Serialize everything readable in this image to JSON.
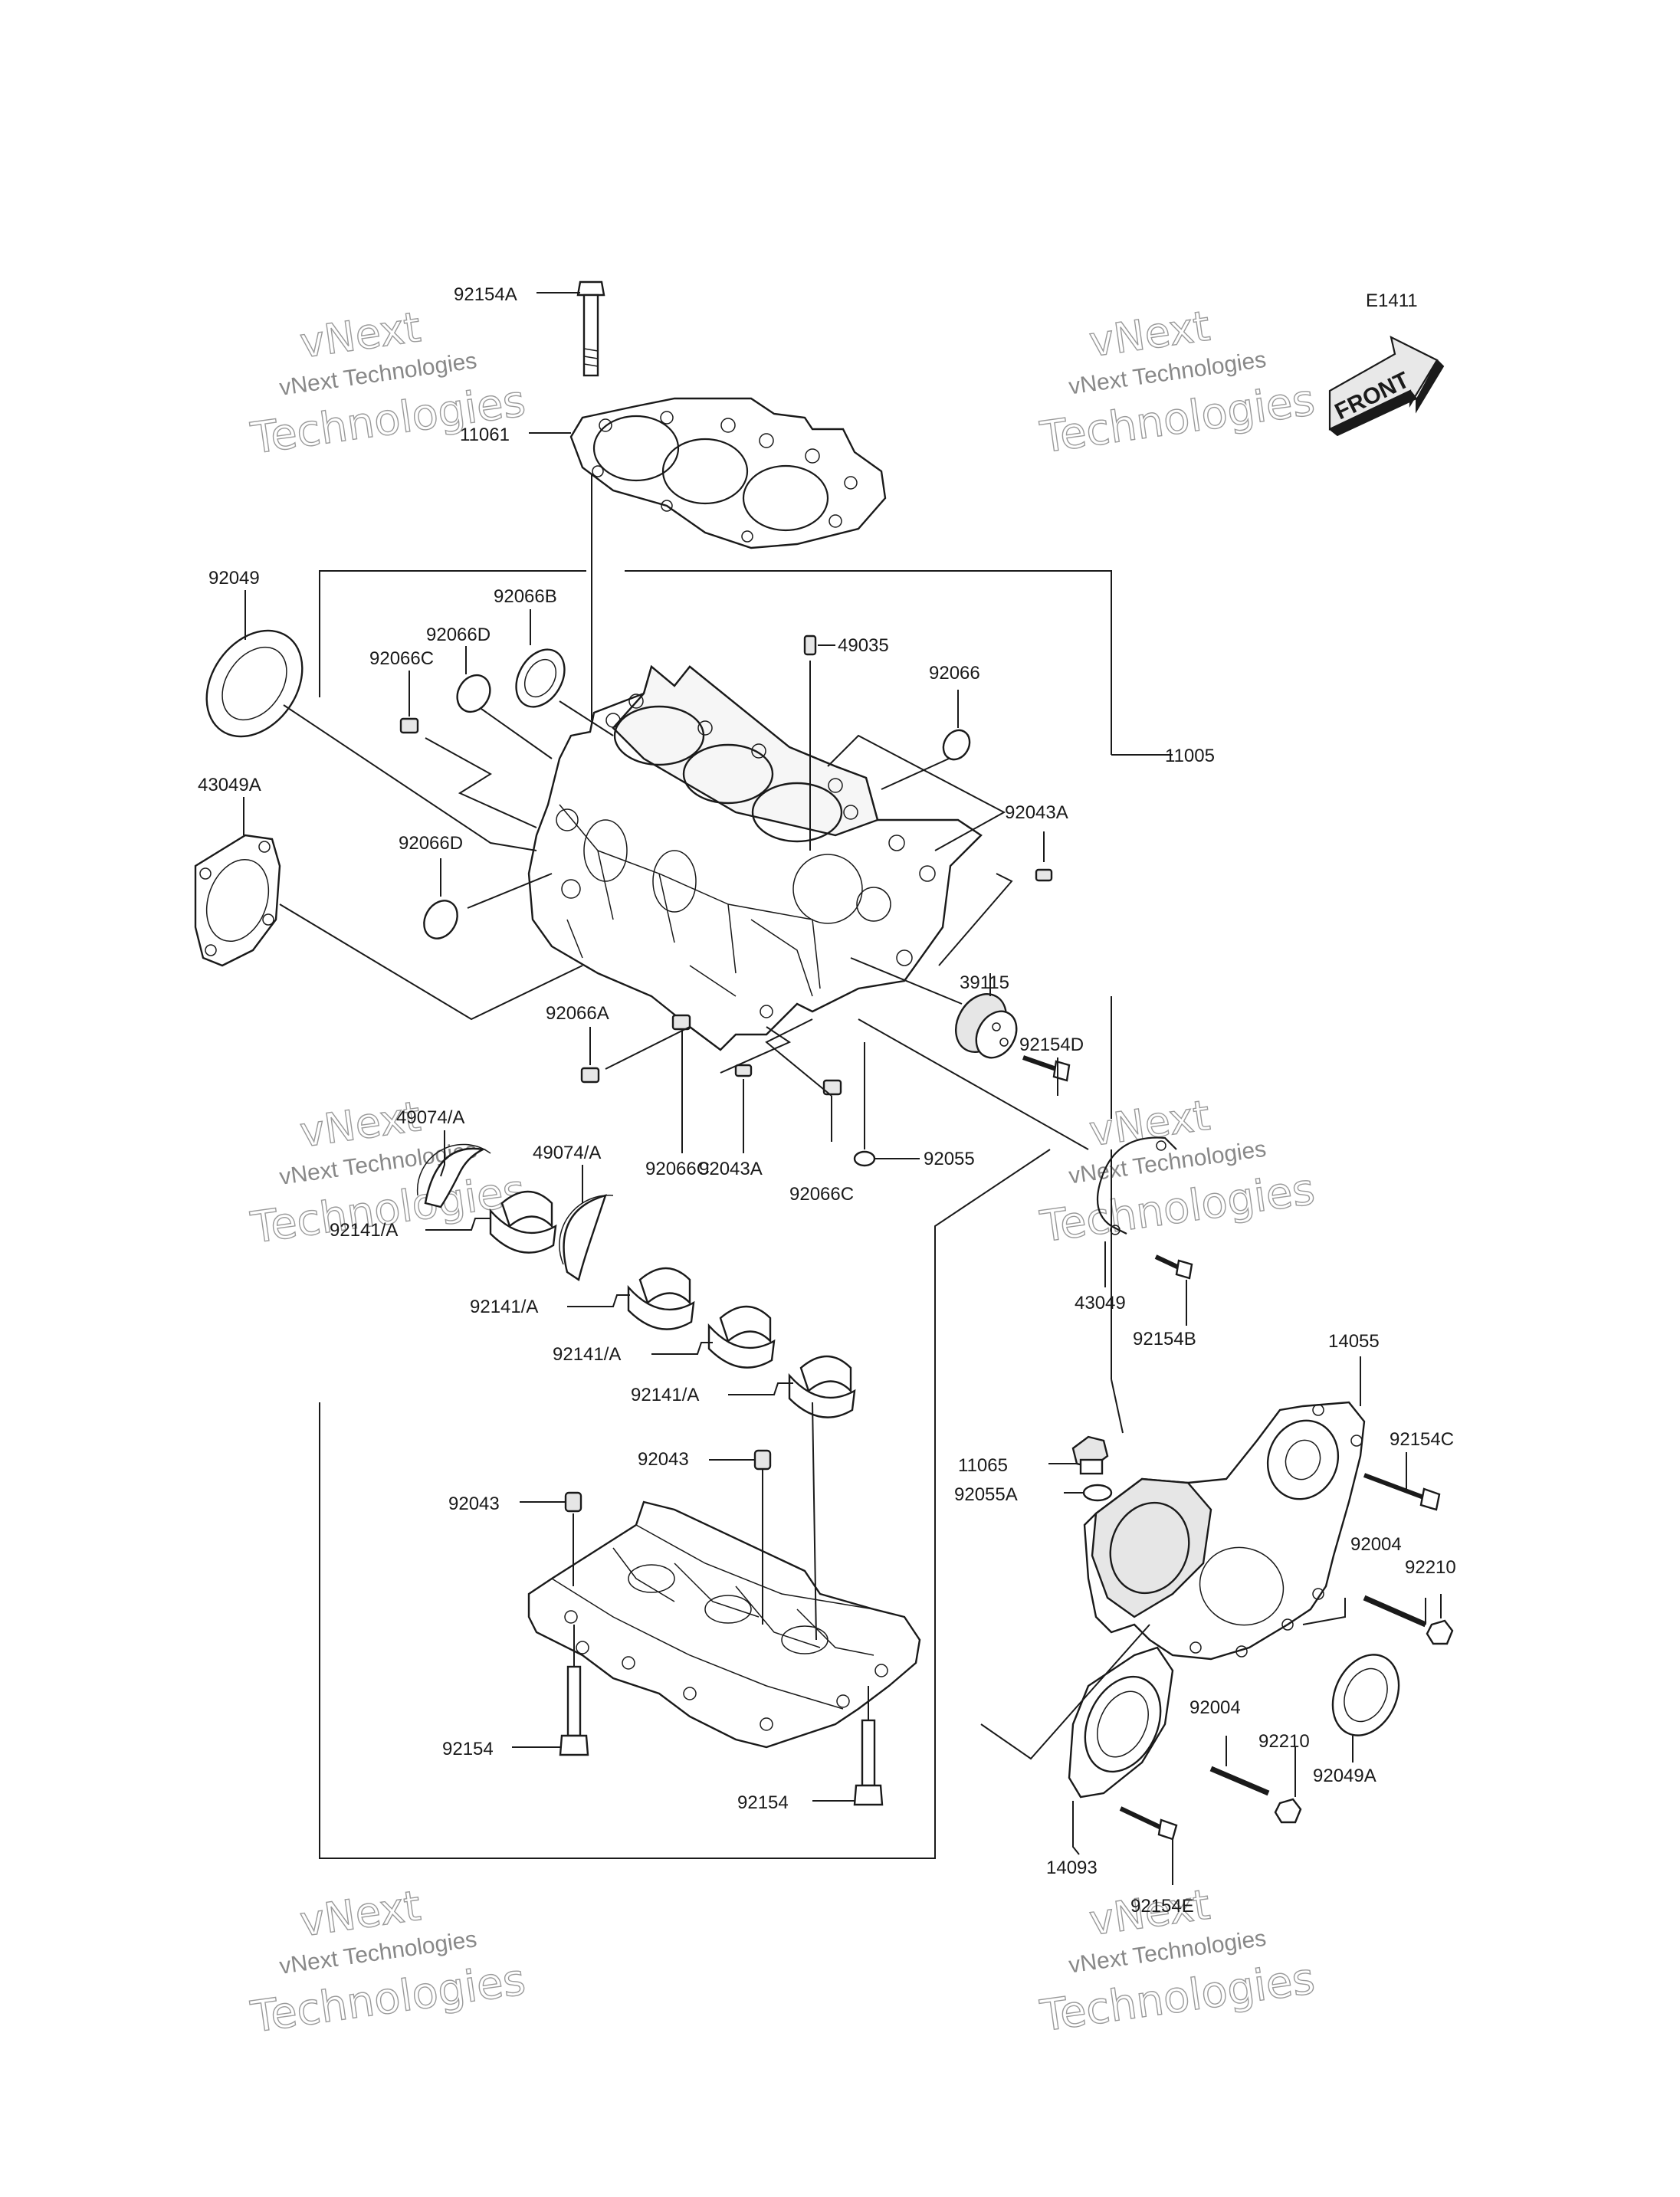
{
  "diagram": {
    "code": "E1411",
    "front_label": "FRONT",
    "watermark": {
      "line1": "vNext",
      "line2": "vNext Technologies",
      "line3": "Technologies"
    },
    "part_labels": {
      "p92154A": "92154A",
      "p11061": "11061",
      "p92049": "92049",
      "p92066B": "92066B",
      "p92066D_top": "92066D",
      "p92066C_top": "92066C",
      "p49035": "49035",
      "p92066": "92066",
      "p11005": "11005",
      "p43049A": "43049A",
      "p92043A_right": "92043A",
      "p92066D_mid": "92066D",
      "p39115": "39115",
      "p92154D": "92154D",
      "p92066A": "92066A",
      "p49074A_left": "49074/A",
      "p49074A_mid": "49074/A",
      "p92066C_left": "92066C",
      "p92043A_mid": "92043A",
      "p92066C_right": "92066C",
      "p92055": "92055",
      "p92141A_1": "92141/A",
      "p92141A_2": "92141/A",
      "p92141A_3": "92141/A",
      "p92141A_4": "92141/A",
      "p43049": "43049",
      "p92154B": "92154B",
      "p14055": "14055",
      "p92154C": "92154C",
      "p11065": "11065",
      "p92055A": "92055A",
      "p92043_top": "92043",
      "p92043_left": "92043",
      "p92004_top": "92004",
      "p92210_top": "92210",
      "p92154_left": "92154",
      "p92154_right": "92154",
      "p92004_bot": "92004",
      "p92210_bot": "92210",
      "p92049A": "92049A",
      "p14093": "14093",
      "p92154E": "92154E"
    }
  }
}
